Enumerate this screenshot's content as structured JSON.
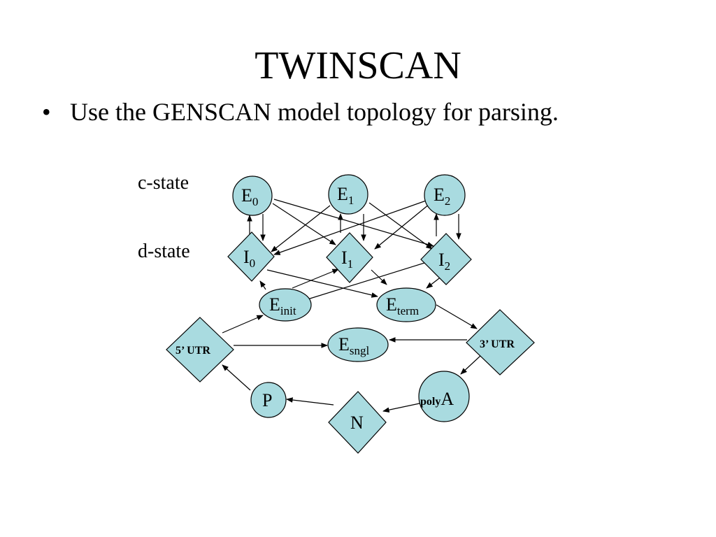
{
  "slide": {
    "title": "TWINSCAN",
    "bullet_marker": "•",
    "bullet_text": "Use the GENSCAN model topology for parsing."
  },
  "diagram": {
    "row_labels": {
      "c_state": "c-state",
      "d_state": "d-state"
    },
    "node_fill": "#a9dbe0",
    "nodes": {
      "E0": {
        "base": "E",
        "sub": "0"
      },
      "E1": {
        "base": "E",
        "sub": "1"
      },
      "E2": {
        "base": "E",
        "sub": "2"
      },
      "I0": {
        "base": "I",
        "sub": "0"
      },
      "I1": {
        "base": "I",
        "sub": "1"
      },
      "I2": {
        "base": "I",
        "sub": "2"
      },
      "Einit": {
        "base": "E",
        "sub": "init"
      },
      "Eterm": {
        "base": "E",
        "sub": "term"
      },
      "Esngl": {
        "base": "E",
        "sub": "sngl"
      },
      "UTR5": {
        "label": "5’ UTR"
      },
      "UTR3": {
        "label": "3’ UTR"
      },
      "polyA": {
        "pre": "poly",
        "base": "A"
      },
      "P": {
        "label": "P"
      },
      "N": {
        "label": "N"
      }
    }
  }
}
